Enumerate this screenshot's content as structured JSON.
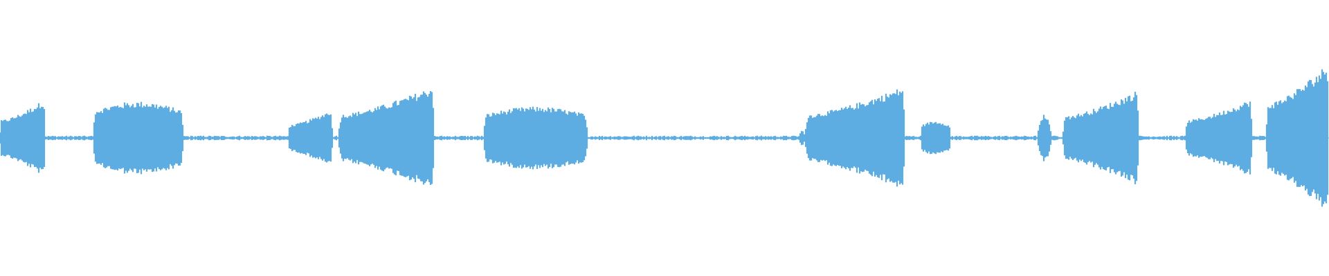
{
  "waveform": {
    "color": "#5dade2",
    "background": "#ffffff",
    "segments": [
      {
        "start": 0.0,
        "end": 0.034,
        "peak": 0.3,
        "shape": "rise"
      },
      {
        "start": 0.07,
        "end": 0.138,
        "peak": 0.28,
        "shape": "plateau"
      },
      {
        "start": 0.217,
        "end": 0.25,
        "peak": 0.22,
        "shape": "rise"
      },
      {
        "start": 0.255,
        "end": 0.327,
        "peak": 0.4,
        "shape": "rise"
      },
      {
        "start": 0.364,
        "end": 0.442,
        "peak": 0.24,
        "shape": "plateau"
      },
      {
        "start": 0.601,
        "end": 0.606,
        "peak": 0.06,
        "shape": "blip"
      },
      {
        "start": 0.606,
        "end": 0.681,
        "peak": 0.4,
        "shape": "rise"
      },
      {
        "start": 0.693,
        "end": 0.715,
        "peak": 0.13,
        "shape": "plateau"
      },
      {
        "start": 0.78,
        "end": 0.792,
        "peak": 0.18,
        "shape": "spike"
      },
      {
        "start": 0.8,
        "end": 0.857,
        "peak": 0.37,
        "shape": "rise"
      },
      {
        "start": 0.892,
        "end": 0.942,
        "peak": 0.3,
        "shape": "rise"
      },
      {
        "start": 0.953,
        "end": 1.0,
        "peak": 0.58,
        "shape": "rise"
      }
    ],
    "noise_floor": 0.012
  }
}
